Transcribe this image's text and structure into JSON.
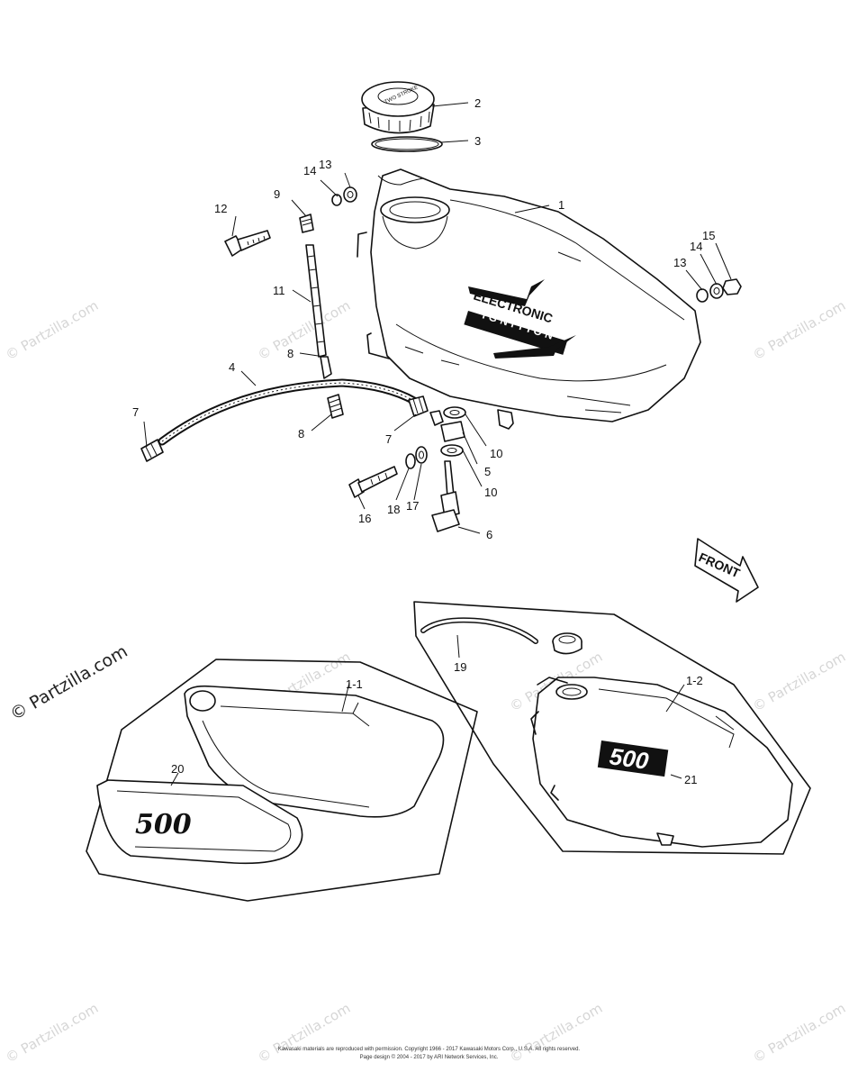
{
  "callouts": {
    "c1": "1",
    "c2": "2",
    "c3": "3",
    "c4": "4",
    "c5": "5",
    "c6": "6",
    "c7a": "7",
    "c7b": "7",
    "c8a": "8",
    "c8b": "8",
    "c9": "9",
    "c10a": "10",
    "c10b": "10",
    "c11": "11",
    "c12": "12",
    "c13a": "13",
    "c13b": "13",
    "c14a": "14",
    "c14b": "14",
    "c15": "15",
    "c16": "16",
    "c17": "17",
    "c18": "18",
    "c19": "19",
    "c20": "20",
    "c21": "21",
    "c1_1": "1-1",
    "c1_2": "1-2"
  },
  "labels": {
    "cap_text": "TWO STROKE",
    "logo_line1": "ELECTRONIC",
    "logo_line2": "IGNITION",
    "front": "FRONT",
    "emblem_left": "500",
    "emblem_right": "500"
  },
  "watermark": "© Partzilla.com",
  "footer": {
    "line1": "Kawasaki materials are reproduced with permission. Copyright 1966 - 2017 Kawasaki Motors Corp., U.S.A. All rights reserved.",
    "line2": "Page design © 2004 - 2017 by ARI Network Services, Inc."
  }
}
